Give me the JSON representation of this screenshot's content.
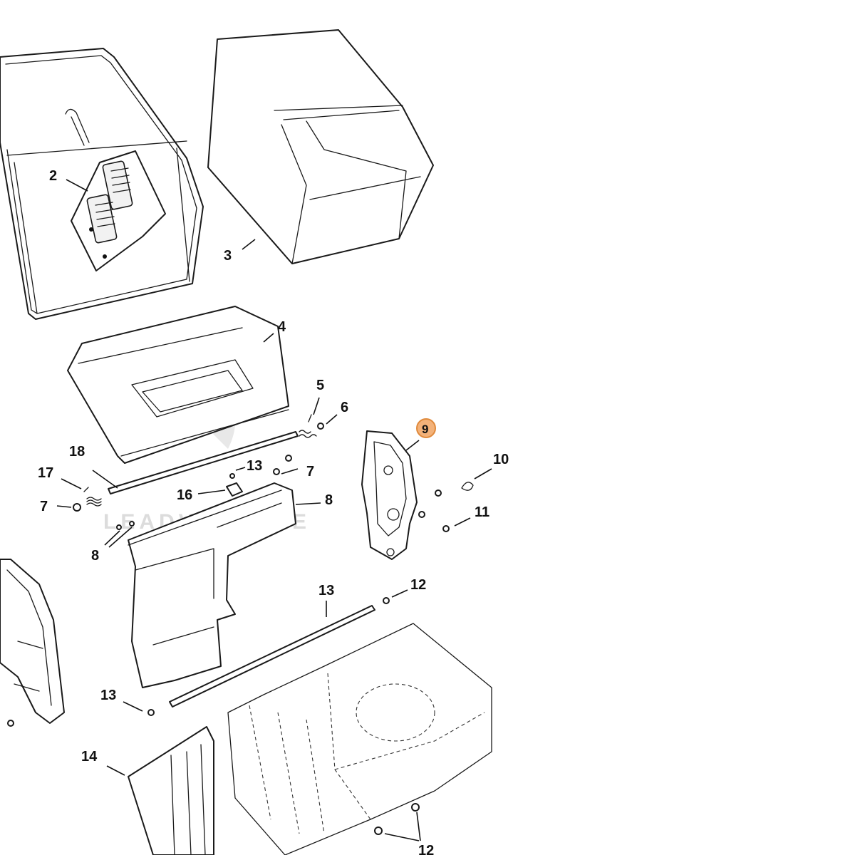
{
  "callouts": {
    "c2": "2",
    "c3": "3",
    "c4": "4",
    "c5": "5",
    "c6": "6",
    "c7a": "7",
    "c7b": "7",
    "c8a": "8",
    "c8b": "8",
    "c9": "9",
    "c10": "10",
    "c11": "11",
    "c12a": "12",
    "c12b": "12",
    "c13a": "13",
    "c13b": "13",
    "c13c": "13",
    "c14": "14",
    "c16": "16",
    "c17": "17",
    "c18": "18"
  },
  "watermark": "LEADVENTURE",
  "highlight": {
    "part": "9",
    "color": "#f3b27a"
  }
}
